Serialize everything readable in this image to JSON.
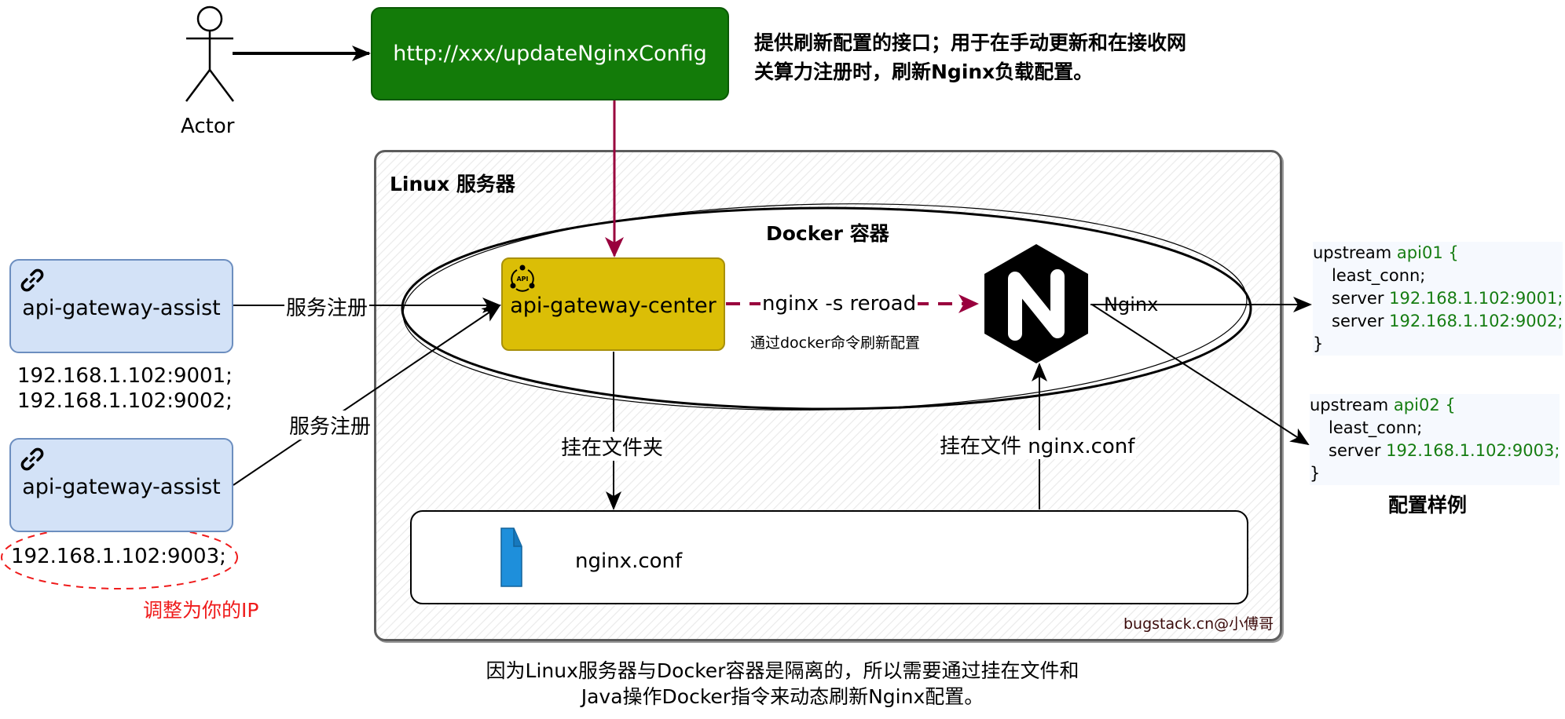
{
  "actor": {
    "label": "Actor",
    "icon": "stick-figure-icon"
  },
  "endpoint": {
    "label": "http://xxx/updateNginxConfig",
    "color": "#137b09"
  },
  "endpoint_note": "提供刷新配置的接口；用于在手动更新和在接收网关算力注册时，刷新Nginx负载配置。",
  "linux": {
    "title": "Linux 服务器"
  },
  "docker": {
    "title": "Docker 容器"
  },
  "center": {
    "label": "api-gateway-center",
    "icon": "api-icon",
    "color": "#dbbe06"
  },
  "reload": {
    "label": "nginx -s reroad",
    "note": "通过docker命令刷新配置",
    "arrow_color": "#99003d"
  },
  "nginx": {
    "label": "Nginx",
    "icon": "nginx-logo-icon"
  },
  "assists": [
    {
      "label": "api-gateway-assist",
      "icon": "link-icon",
      "ips": [
        "192.168.1.102:9001;",
        "192.168.1.102:9002;"
      ],
      "edge_label": "服务注册"
    },
    {
      "label": "api-gateway-assist",
      "icon": "link-icon",
      "ips": [
        "192.168.1.102:9003;"
      ],
      "edge_label": "服务注册"
    }
  ],
  "ip_hint": "调整为你的IP",
  "mount": {
    "folder_label": "挂在文件夹",
    "file_label": "挂在文件 nginx.conf"
  },
  "conf_file": {
    "label": "nginx.conf",
    "icon": "file-icon",
    "color": "#1e8fdb"
  },
  "config_samples": [
    {
      "keyword": "upstream",
      "name": "api01 {",
      "lines": [
        {
          "key": "least_conn;",
          "value": ""
        },
        {
          "key": "server",
          "value": "192.168.1.102:9001;"
        },
        {
          "key": "server",
          "value": "192.168.1.102:9002;"
        }
      ],
      "close": "}"
    },
    {
      "keyword": "upstream",
      "name": "api02 {",
      "lines": [
        {
          "key": "least_conn;",
          "value": ""
        },
        {
          "key": "server",
          "value": "192.168.1.102:9003;"
        }
      ],
      "close": "}"
    }
  ],
  "sample_title": "配置样例",
  "credit": "bugstack.cn@小傅哥",
  "bottom_note": [
    "因为Linux服务器与Docker容器是隔离的，所以需要通过挂在文件和",
    "Java操作Docker指令来动态刷新Nginx配置。"
  ]
}
